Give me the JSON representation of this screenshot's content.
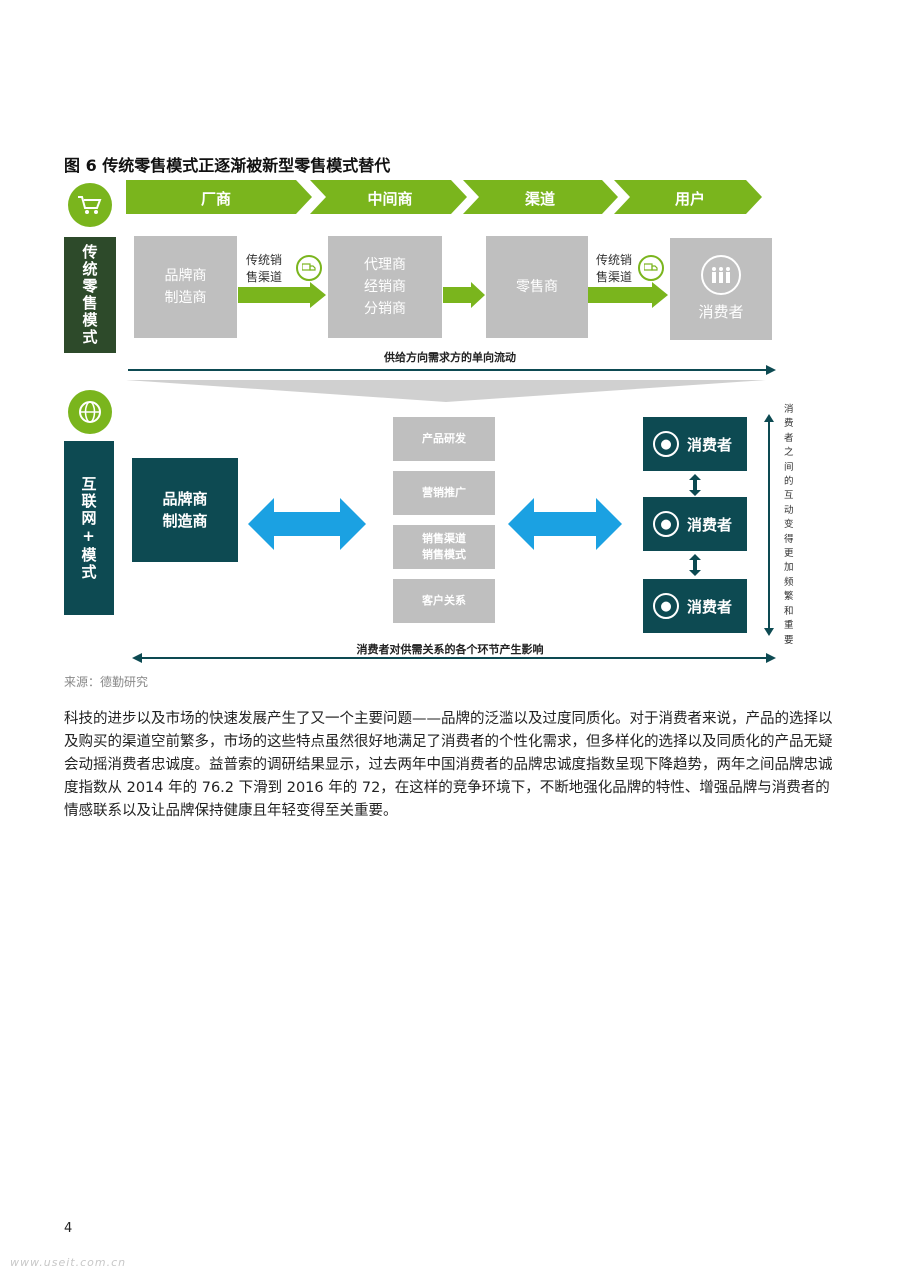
{
  "figure": {
    "title": "图 6 传统零售模式正逐渐被新型零售模式替代",
    "stages": [
      "厂商",
      "中间商",
      "渠道",
      "用户"
    ],
    "traditional": {
      "label": "传统零售模式",
      "manufacturer_l1": "品牌商",
      "manufacturer_l2": "制造商",
      "channel_label_l1": "传统销",
      "channel_label_l2": "售渠道",
      "middleman_l1": "代理商",
      "middleman_l2": "经销商",
      "middleman_l3": "分销商",
      "retailer": "零售商",
      "channel2_label_l1": "传统销",
      "channel2_label_l2": "售渠道",
      "consumer": "消费者",
      "flow_label": "供给方向需求方的单向流动"
    },
    "internet": {
      "label": "互联网+模式",
      "manufacturer_l1": "品牌商",
      "manufacturer_l2": "制造商",
      "middle_items": [
        "产品研发",
        "营销推广",
        "销售渠道",
        "销售模式",
        "客户关系"
      ],
      "consumers": [
        "消费者",
        "消费者",
        "消费者"
      ],
      "side_label": "消费者之间的互动变得更加频繁和重要",
      "flow_label": "消费者对供需关系的各个环节产生影响"
    },
    "colors": {
      "green": "#7ab51d",
      "teal": "#0d4a52",
      "grey": "#bfbfbf",
      "blue_arrow": "#1ba1e2",
      "dark_green_box": "#2d4a2a"
    },
    "icons": [
      "shopping-cart-icon",
      "truck-icon",
      "people-icon",
      "globe-icon",
      "person-icon"
    ]
  },
  "source": "来源：德勤研究",
  "paragraph": "科技的进步以及市场的快速发展产生了又一个主要问题——品牌的泛滥以及过度同质化。对于消费者来说，产品的选择以及购买的渠道空前繁多，市场的这些特点虽然很好地满足了消费者的个性化需求，但多样化的选择以及同质化的产品无疑会动摇消费者忠诚度。益普索的调研结果显示，过去两年中国消费者的品牌忠诚度指数呈现下降趋势，两年之间品牌忠诚度指数从 2014 年的 76.2 下滑到 2016 年的 72，在这样的竞争环境下，不断地强化品牌的特性、增强品牌与消费者的情感联系以及让品牌保持健康且年轻变得至关重要。",
  "page_number": "4",
  "watermark": "www.useit.com.cn"
}
